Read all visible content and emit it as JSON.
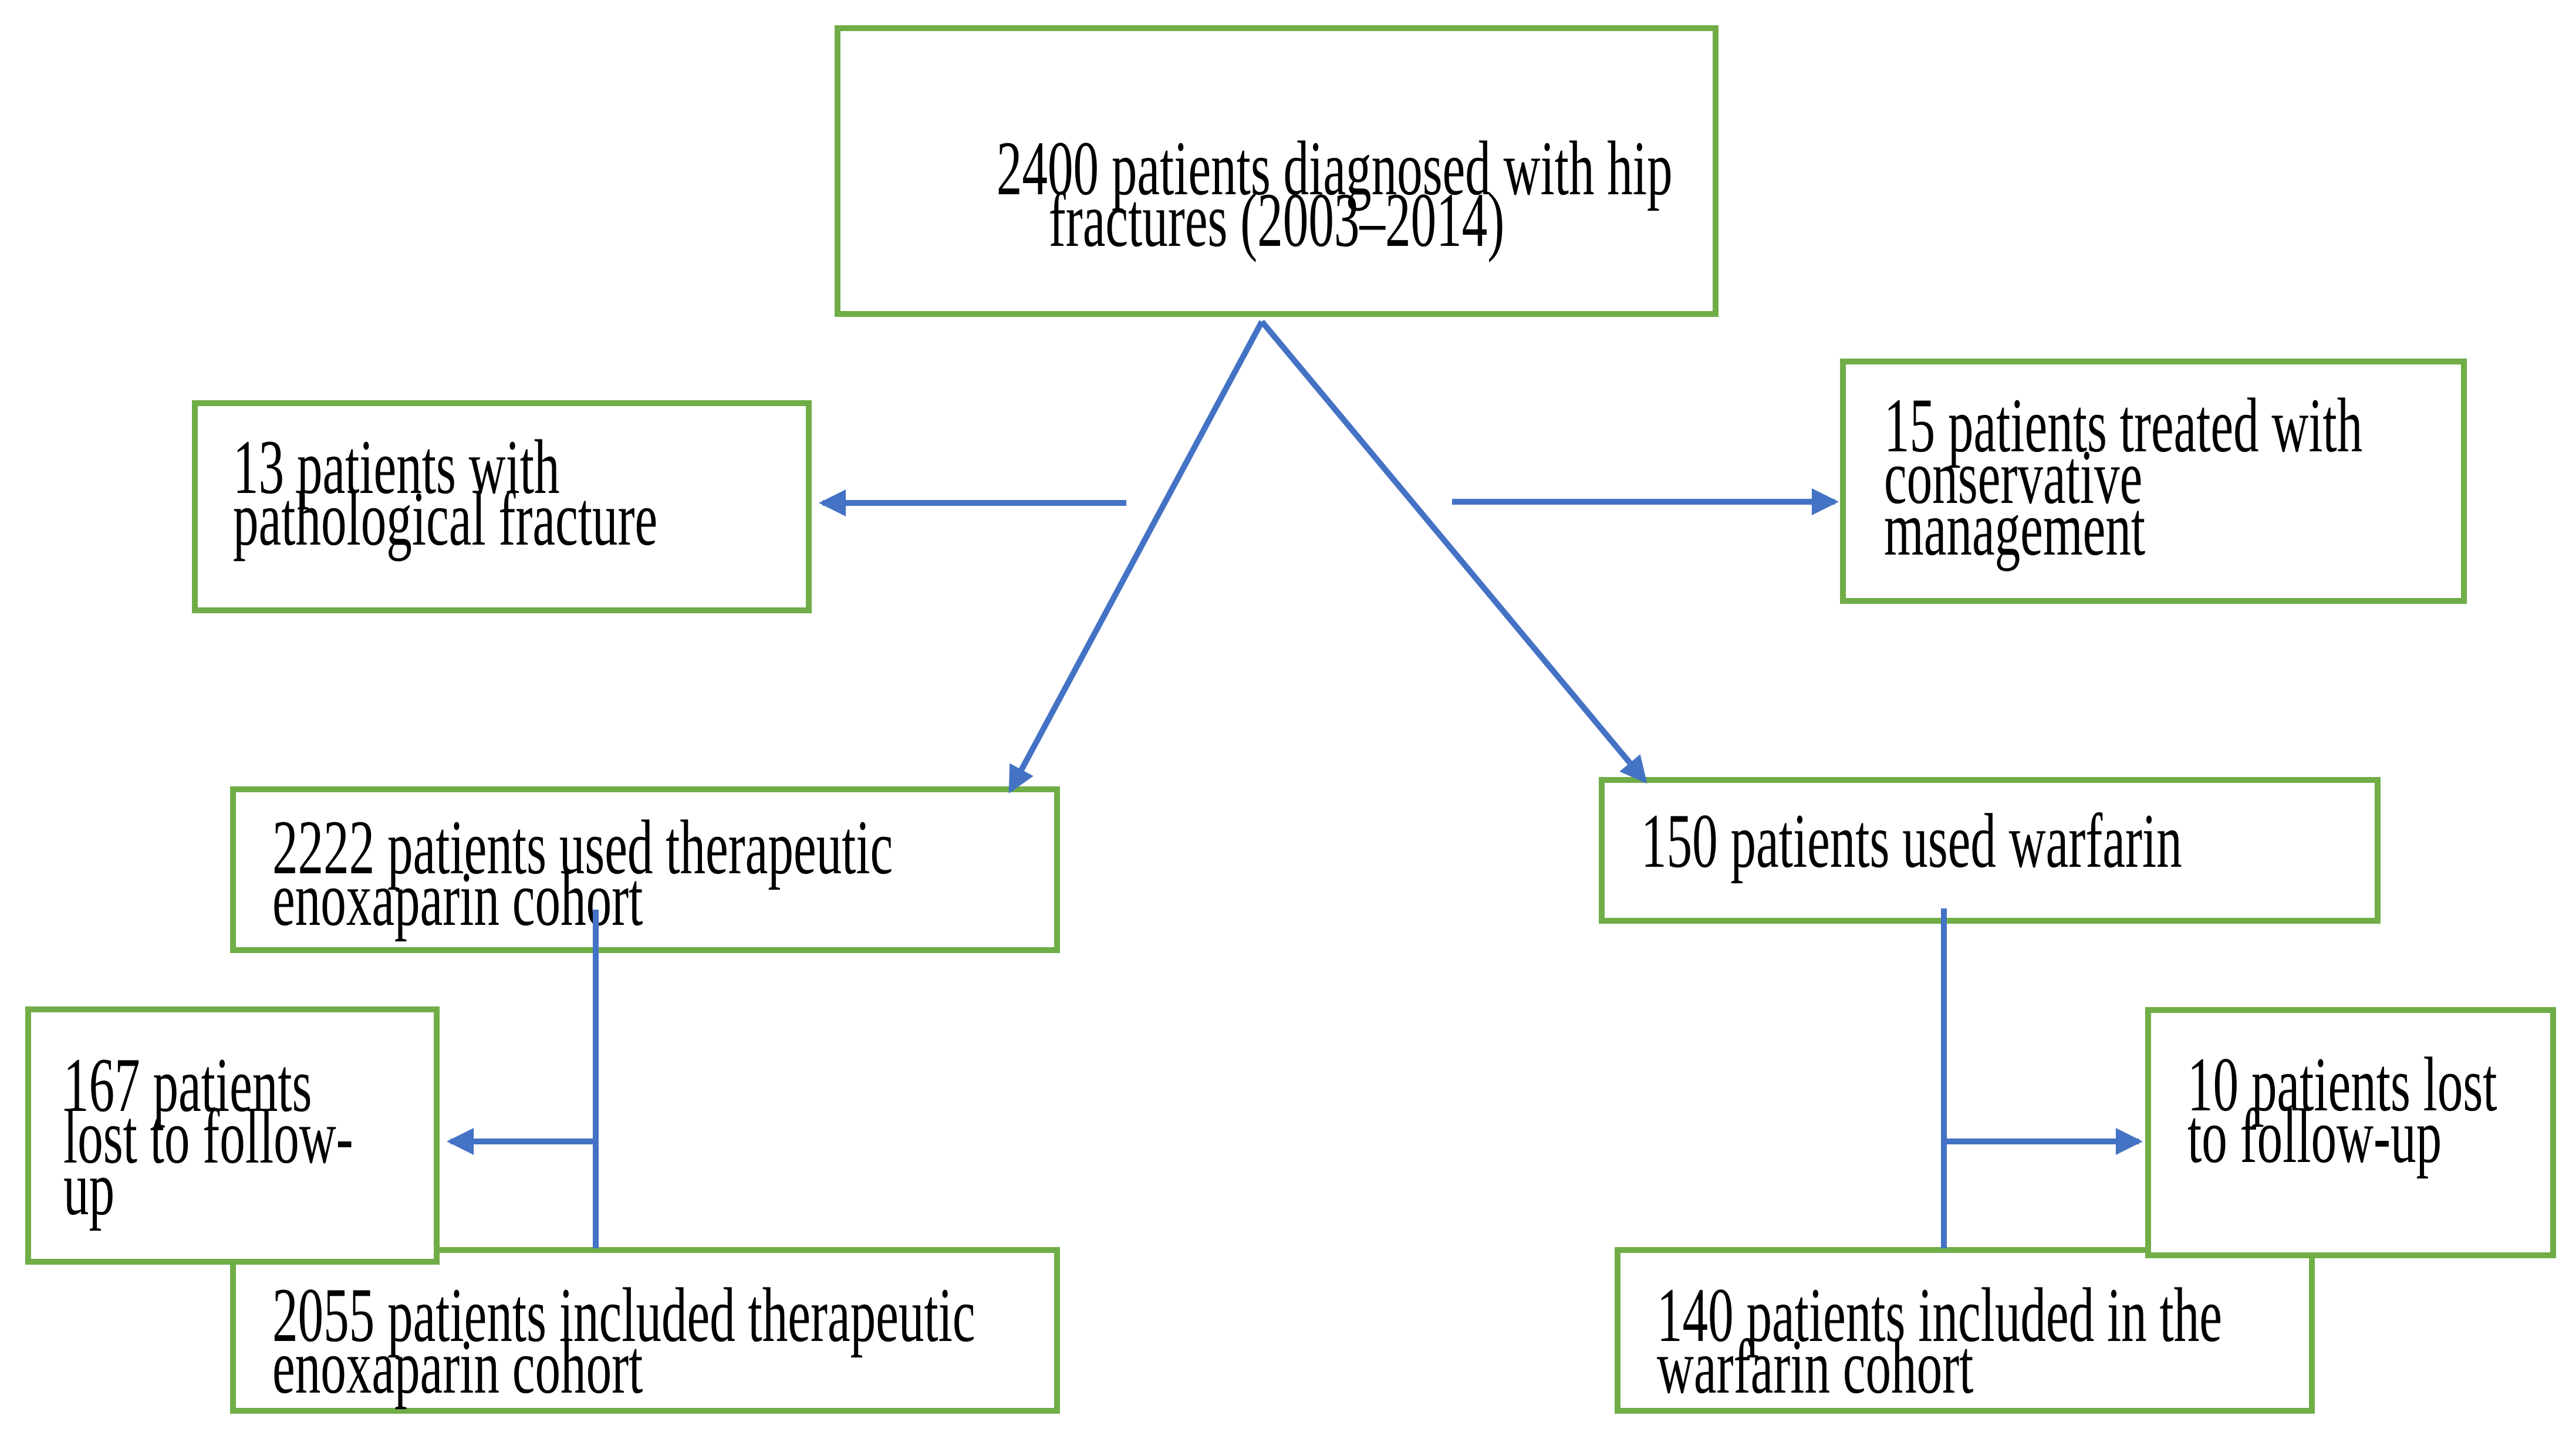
{
  "colors": {
    "box_border": "#70AD47",
    "arrow": "#4472C4",
    "text": "#000000",
    "background": "#FFFFFF"
  },
  "boxes": {
    "total": {
      "lines": [
        "2400 patients diagnosed with hip",
        "fractures (2003–2014)"
      ]
    },
    "pathological": {
      "lines": [
        "13 patients with",
        "pathological fracture"
      ]
    },
    "conservative": {
      "lines": [
        "15 patients treated with",
        "conservative",
        "management"
      ]
    },
    "enoxaparin_used": {
      "lines": [
        "2222 patients used therapeutic",
        "enoxaparin cohort"
      ]
    },
    "warfarin_used": {
      "lines": [
        "150 patients used warfarin"
      ]
    },
    "enoxaparin_lost": {
      "lines": [
        "167 patients",
        "lost to follow-",
        "up"
      ]
    },
    "enoxaparin_included": {
      "lines": [
        "2055 patients included therapeutic",
        "enoxaparin cohort"
      ]
    },
    "warfarin_lost": {
      "lines": [
        "10 patients lost",
        "to follow-up"
      ]
    },
    "warfarin_included": {
      "lines": [
        "140 patients included in the",
        "warfarin cohort"
      ]
    }
  }
}
